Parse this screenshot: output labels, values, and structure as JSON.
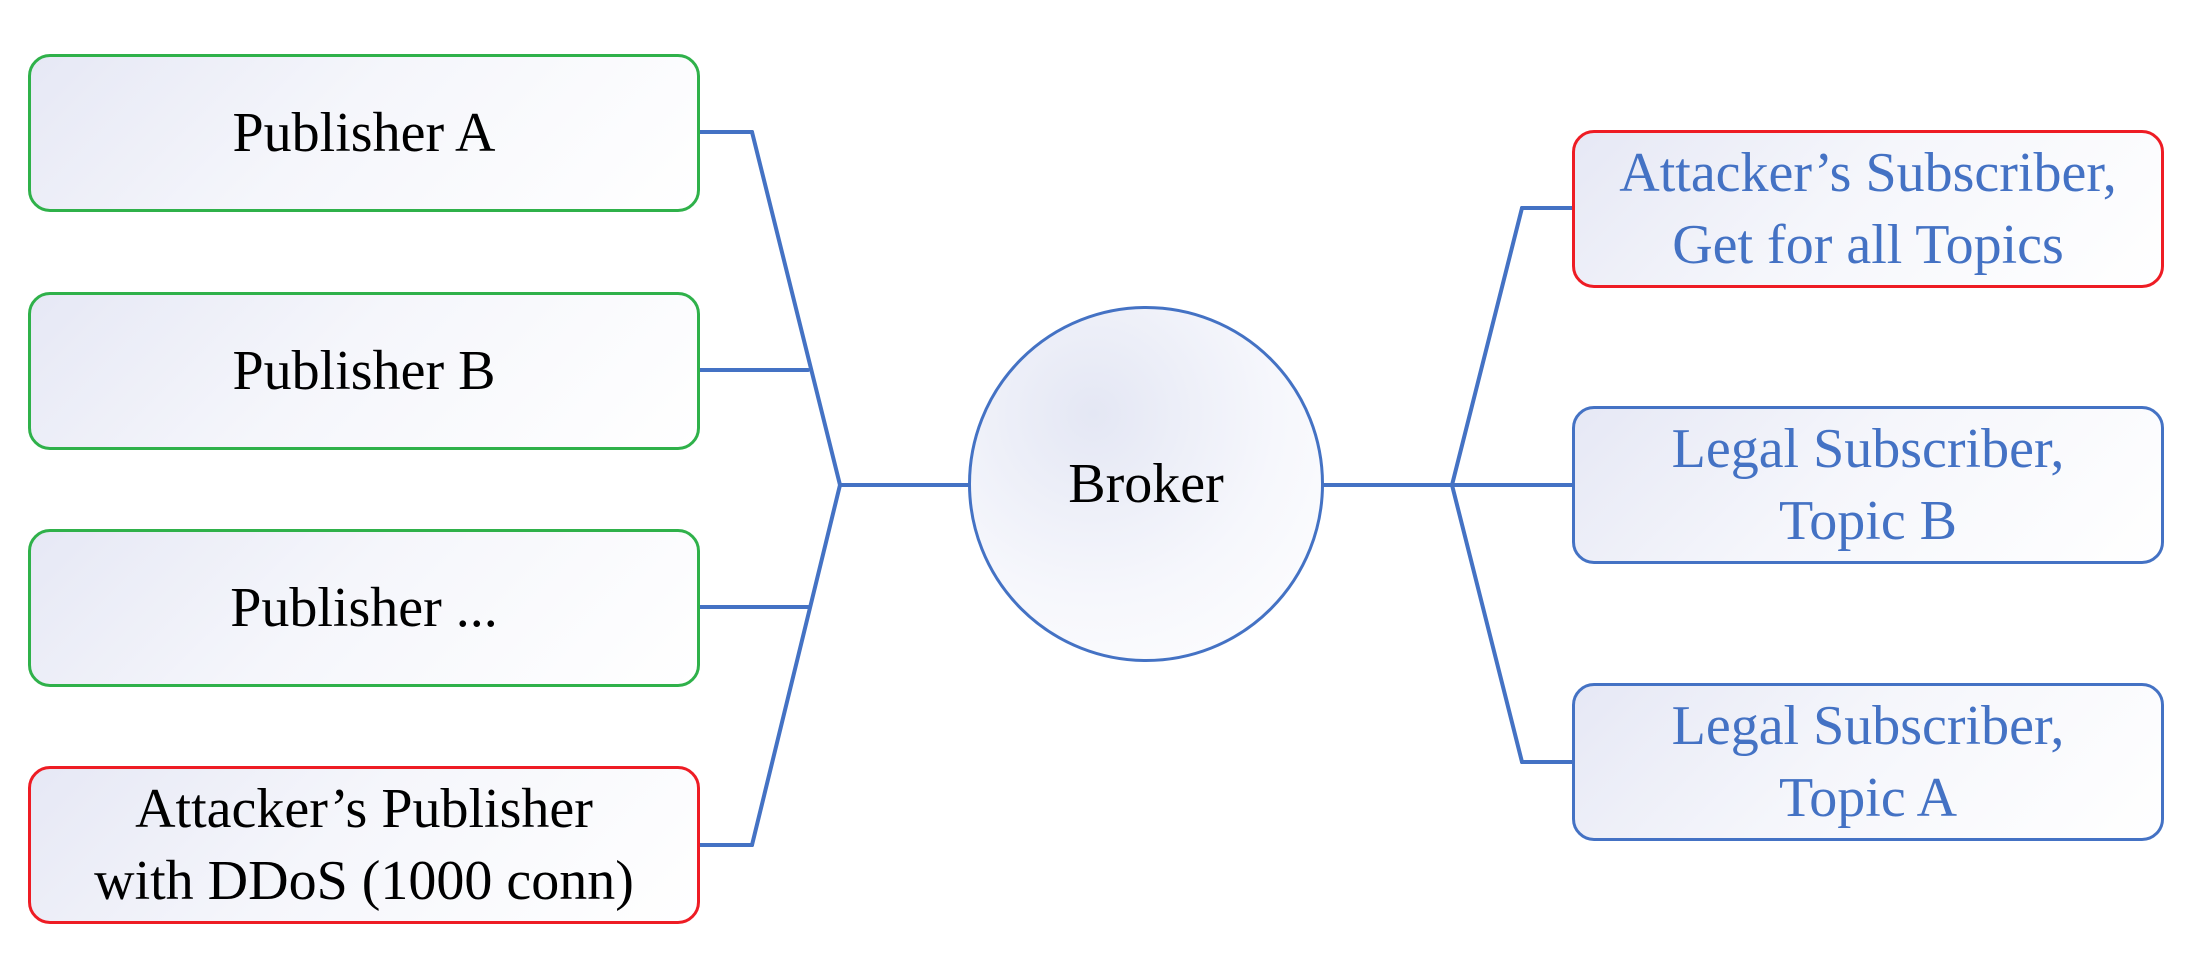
{
  "diagram": {
    "broker": {
      "label": "Broker"
    },
    "publishers": [
      {
        "label": "Publisher A",
        "style": "legit"
      },
      {
        "label": "Publisher B",
        "style": "legit"
      },
      {
        "label": "Publisher ...",
        "style": "legit"
      },
      {
        "label": "Attacker’s Publisher\nwith DDoS (1000 conn)",
        "style": "attacker"
      }
    ],
    "subscribers": [
      {
        "label": "Attacker’s Subscriber,\nGet for all Topics",
        "style": "attacker"
      },
      {
        "label": "Legal Subscriber,\nTopic B",
        "style": "legit"
      },
      {
        "label": "Legal Subscriber,\nTopic A",
        "style": "legit"
      }
    ],
    "colors": {
      "legit_publisher_border": "#2fb14a",
      "attacker_border": "#ee1c24",
      "legit_subscriber_border": "#4472c4",
      "connector": "#4472c4",
      "subscriber_text": "#4472c4",
      "publisher_text": "#000000"
    }
  }
}
